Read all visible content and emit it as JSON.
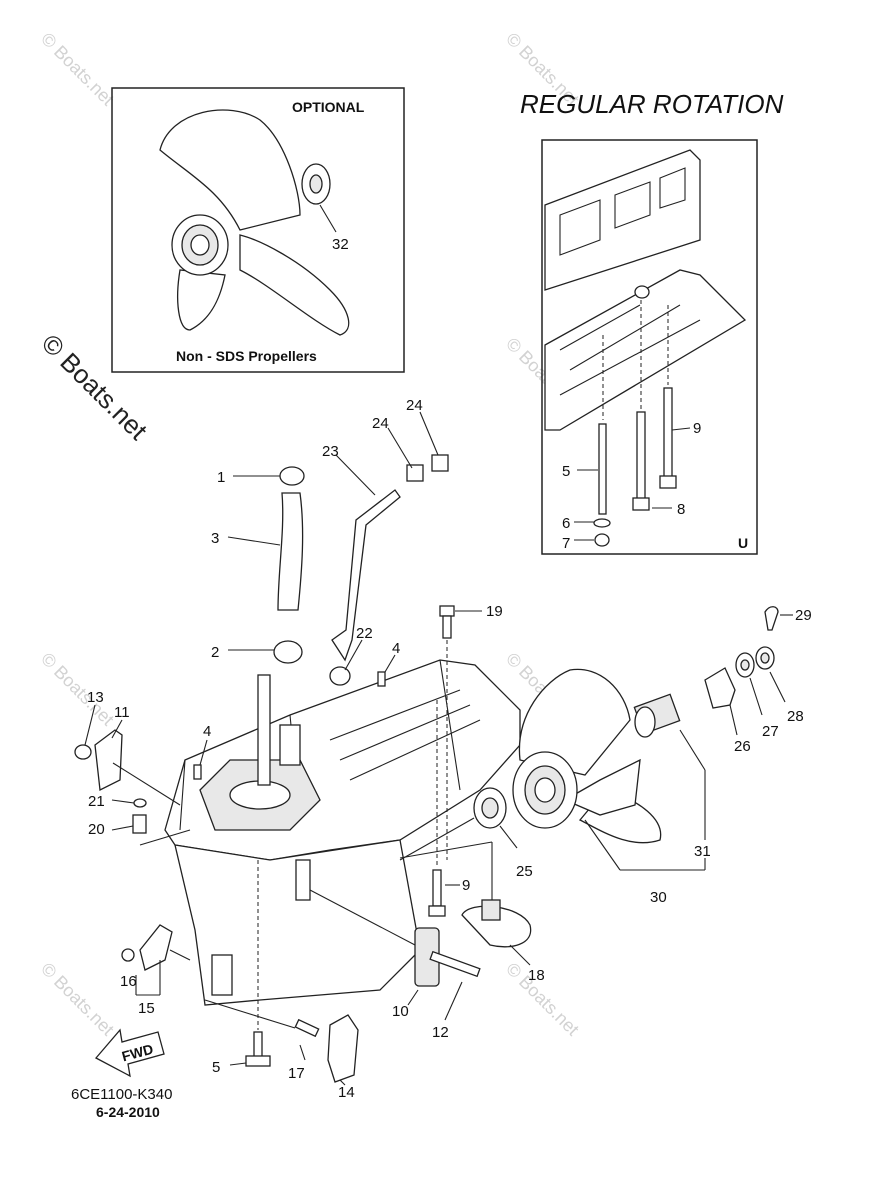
{
  "optional_box": {
    "heading": "OPTIONAL",
    "caption": "Non - SDS Propellers",
    "callout": "32"
  },
  "regular_rotation": {
    "title": "REGULAR ROTATION",
    "corner_mark": "U",
    "callouts": [
      "5",
      "6",
      "7",
      "8",
      "9"
    ]
  },
  "callouts": [
    "1",
    "2",
    "3",
    "4",
    "4",
    "9",
    "10",
    "11",
    "12",
    "13",
    "14",
    "15",
    "16",
    "17",
    "18",
    "19",
    "20",
    "21",
    "22",
    "23",
    "24",
    "24",
    "25",
    "26",
    "27",
    "28",
    "29",
    "30",
    "31",
    "5"
  ],
  "fwd_label": "FWD",
  "footer": {
    "part_code": "6CE1100-K340",
    "date": "6-24-2010"
  },
  "watermark": "© Boats.net"
}
